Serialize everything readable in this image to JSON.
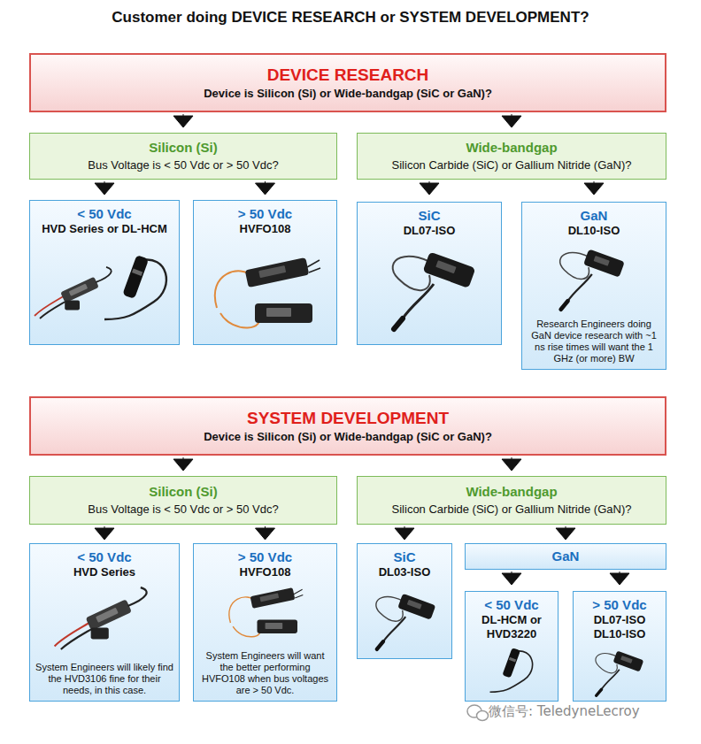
{
  "diagram": {
    "title": "Customer doing DEVICE RESEARCH or SYSTEM DEVELOPMENT?",
    "nodes": [
      {
        "text": [
          "DEVICE RESEARCH",
          "Device is Silicon (Si) or Wide-bandgap (SiC or GaN)?"
        ]
      },
      {
        "text": [
          "Silicon (Si)",
          "Bus Voltage is < 50 Vdc or > 50 Vdc?"
        ]
      },
      {
        "text": [
          "Wide-bandgap",
          "Silicon Carbide (SiC) or Gallium Nitride (GaN)?"
        ]
      },
      {
        "text": [
          "< 50 Vdc",
          "HVD Series or DL-HCM"
        ]
      },
      {
        "text": [
          "> 50 Vdc",
          "HVFO108"
        ]
      },
      {
        "text": [
          "SiC",
          "DL07-ISO"
        ]
      },
      {
        "text": [
          "GaN",
          "DL10-ISO",
          "Research Engineers doing GaN device research with ~1 ns rise times will want the 1 GHz (or more) BW"
        ]
      },
      {
        "text": [
          "SYSTEM DEVELOPMENT",
          "Device is Silicon (Si) or Wide-bandgap (SiC or GaN)?"
        ]
      },
      {
        "text": [
          "Silicon (Si)",
          "Bus Voltage is < 50 Vdc or > 50 Vdc?"
        ]
      },
      {
        "text": [
          "Wide-bandgap",
          "Silicon Carbide (SiC) or Gallium Nitride (GaN)?"
        ]
      },
      {
        "text": [
          "< 50 Vdc",
          "HVD Series",
          "System Engineers will likely find the HVD3106 fine for their needs, in this case."
        ]
      },
      {
        "text": [
          "> 50 Vdc",
          "HVFO108",
          "System Engineers will want the better performing HVFO108 when bus voltages are > 50 Vdc."
        ]
      },
      {
        "text": [
          "SiC",
          "DL03-ISO"
        ]
      },
      {
        "text": [
          "GaN"
        ]
      },
      {
        "text": [
          "< 50 Vdc",
          "DL-HCM or HVD3220"
        ]
      },
      {
        "text": [
          "> 50 Vdc",
          "DL07-ISO DL10-ISO"
        ]
      }
    ],
    "edges": [
      {
        "from": 0,
        "to": 1,
        "arrow": "to"
      },
      {
        "from": 0,
        "to": 2,
        "arrow": "to"
      },
      {
        "from": 1,
        "to": 3,
        "arrow": "to"
      },
      {
        "from": 1,
        "to": 4,
        "arrow": "to"
      },
      {
        "from": 2,
        "to": 5,
        "arrow": "to"
      },
      {
        "from": 2,
        "to": 6,
        "arrow": "to"
      },
      {
        "from": 7,
        "to": 8,
        "arrow": "to"
      },
      {
        "from": 7,
        "to": 9,
        "arrow": "to"
      },
      {
        "from": 8,
        "to": 10,
        "arrow": "to"
      },
      {
        "from": 8,
        "to": 11,
        "arrow": "to"
      },
      {
        "from": 9,
        "to": 12,
        "arrow": "to"
      },
      {
        "from": 9,
        "to": 13,
        "arrow": "to"
      },
      {
        "from": 13,
        "to": 14,
        "arrow": "to"
      },
      {
        "from": 13,
        "to": 15,
        "arrow": "to"
      }
    ],
    "labels": [
      "微信号: TeledyneLecroy"
    ]
  }
}
